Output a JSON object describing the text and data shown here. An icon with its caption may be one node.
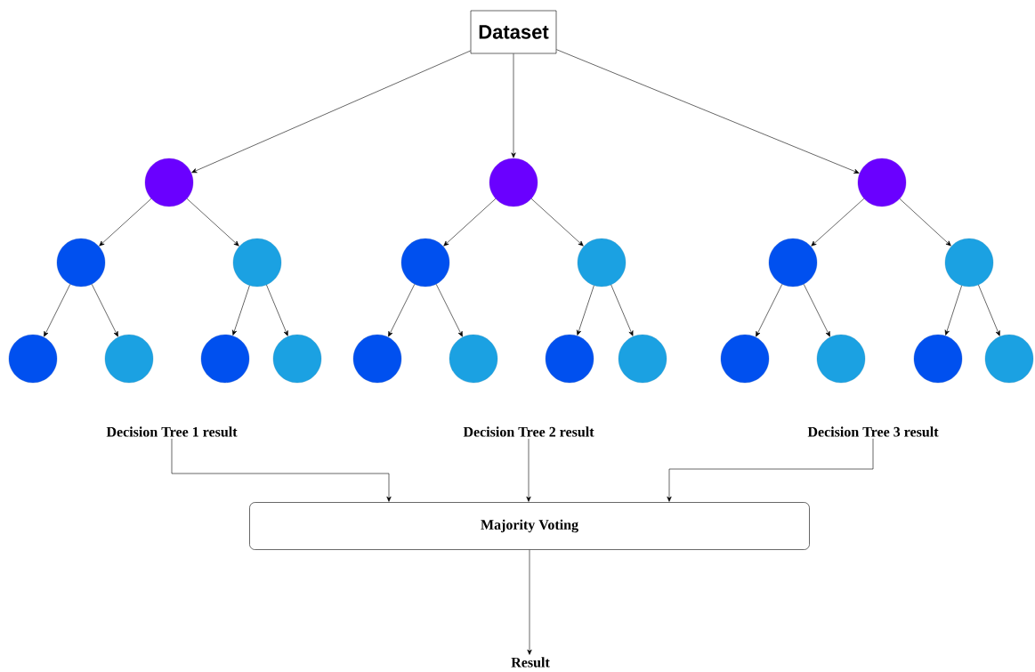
{
  "diagram": {
    "nodes": [
      {
        "text": [
          "Dataset"
        ]
      },
      {
        "text": [],
        "shape": "circle"
      },
      {
        "text": [],
        "shape": "circle"
      },
      {
        "text": [],
        "shape": "circle"
      },
      {
        "text": [],
        "shape": "circle"
      },
      {
        "text": [],
        "shape": "circle"
      },
      {
        "text": [],
        "shape": "circle"
      },
      {
        "text": [],
        "shape": "circle"
      },
      {
        "text": [],
        "shape": "circle"
      },
      {
        "text": [],
        "shape": "circle"
      },
      {
        "text": [],
        "shape": "circle"
      },
      {
        "text": [],
        "shape": "circle"
      },
      {
        "text": [],
        "shape": "circle"
      },
      {
        "text": [],
        "shape": "circle"
      },
      {
        "text": [],
        "shape": "circle"
      },
      {
        "text": [],
        "shape": "circle"
      },
      {
        "text": [],
        "shape": "circle"
      },
      {
        "text": [],
        "shape": "circle"
      },
      {
        "text": [],
        "shape": "circle"
      },
      {
        "text": [],
        "shape": "circle"
      },
      {
        "text": [],
        "shape": "circle"
      },
      {
        "text": [],
        "shape": "circle"
      },
      {
        "text": [
          "Decision Tree 1 result"
        ]
      },
      {
        "text": [
          "Decision Tree 2 result"
        ]
      },
      {
        "text": [
          "Decision Tree 3 result"
        ]
      },
      {
        "text": [
          "Majority Voting"
        ]
      },
      {
        "text": [
          "Result"
        ]
      }
    ],
    "edges": [
      {
        "from": 0,
        "to": 1,
        "arrow": "to"
      },
      {
        "from": 0,
        "to": 2,
        "arrow": "to"
      },
      {
        "from": 0,
        "to": 3,
        "arrow": "to"
      },
      {
        "from": 1,
        "to": 4,
        "arrow": "to"
      },
      {
        "from": 1,
        "to": 5,
        "arrow": "to"
      },
      {
        "from": 2,
        "to": 6,
        "arrow": "to"
      },
      {
        "from": 2,
        "to": 7,
        "arrow": "to"
      },
      {
        "from": 3,
        "to": 8,
        "arrow": "to"
      },
      {
        "from": 3,
        "to": 9,
        "arrow": "to"
      },
      {
        "from": 4,
        "to": 10,
        "arrow": "to"
      },
      {
        "from": 4,
        "to": 11,
        "arrow": "to"
      },
      {
        "from": 5,
        "to": 12,
        "arrow": "to"
      },
      {
        "from": 5,
        "to": 13,
        "arrow": "to"
      },
      {
        "from": 6,
        "to": 14,
        "arrow": "to"
      },
      {
        "from": 6,
        "to": 15,
        "arrow": "to"
      },
      {
        "from": 7,
        "to": 16,
        "arrow": "to"
      },
      {
        "from": 7,
        "to": 17,
        "arrow": "to"
      },
      {
        "from": 8,
        "to": 18,
        "arrow": "to"
      },
      {
        "from": 8,
        "to": 19,
        "arrow": "to"
      },
      {
        "from": 9,
        "to": 20,
        "arrow": "to"
      },
      {
        "from": 9,
        "to": 21,
        "arrow": "to"
      },
      {
        "from": 22,
        "to": 25,
        "arrow": "to"
      },
      {
        "from": 23,
        "to": 25,
        "arrow": "to"
      },
      {
        "from": 24,
        "to": 25,
        "arrow": "to"
      },
      {
        "from": 25,
        "to": 26,
        "arrow": "to"
      }
    ]
  }
}
